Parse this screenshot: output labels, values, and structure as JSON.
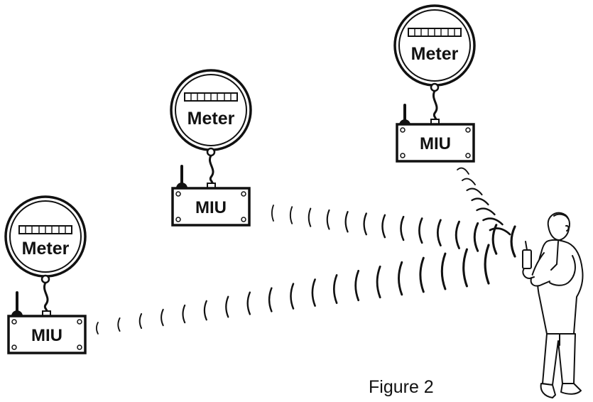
{
  "devices": [
    {
      "id": "left",
      "meter_label": "Meter",
      "miu_label": "MIU"
    },
    {
      "id": "middle",
      "meter_label": "Meter",
      "miu_label": "MIU"
    },
    {
      "id": "top-right",
      "meter_label": "Meter",
      "miu_label": "MIU"
    }
  ],
  "caption": "Figure 2",
  "colors": {
    "line": "#111111",
    "background": "#ffffff",
    "meter_fill": "#ffffff"
  }
}
